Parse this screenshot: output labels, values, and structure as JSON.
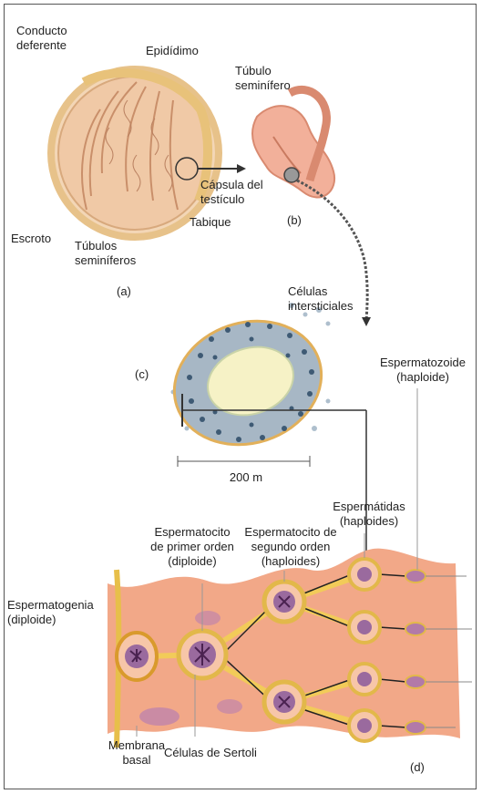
{
  "labels": {
    "conducto": "Conducto\ndeferente",
    "epididimo": "Epidídimo",
    "tubulo": "Túbulo\nseminífero",
    "capsula": "Cápsula del\ntestículo",
    "tabique": "Tabique",
    "escroto": "Escroto",
    "tubulos": "Túbulos\nseminíferos",
    "intersticiales": "Células\nintersticiales",
    "escala": "200 m",
    "espermatozoide": "Espermatozoide\n(haploide)",
    "espermatidas": "Espermátidas\n(haploides)",
    "primer_orden": "Espermatocito\nde primer orden\n(diploide)",
    "segundo_orden": "Espermatocito de\nsegundo orden\n(haploides)",
    "espermatogenia": "Espermatogenia\n(diploide)",
    "membrana": "Membrana\nbasal",
    "sertoli": "Células de Sertoli"
  },
  "panels": {
    "a": "(a)",
    "b": "(b)",
    "c": "(c)",
    "d": "(d)"
  },
  "colors": {
    "tissue": "#f2a888",
    "tissue_light": "#f7c6a8",
    "yellow": "#f2cf55",
    "cell_ring": "#d99a2c",
    "nucleus": "#9a6a9e",
    "chromatin": "#5c2f5c",
    "lumen": "#f6f2c6",
    "blue_cells": "#4c6e8a",
    "line": "#333333"
  }
}
